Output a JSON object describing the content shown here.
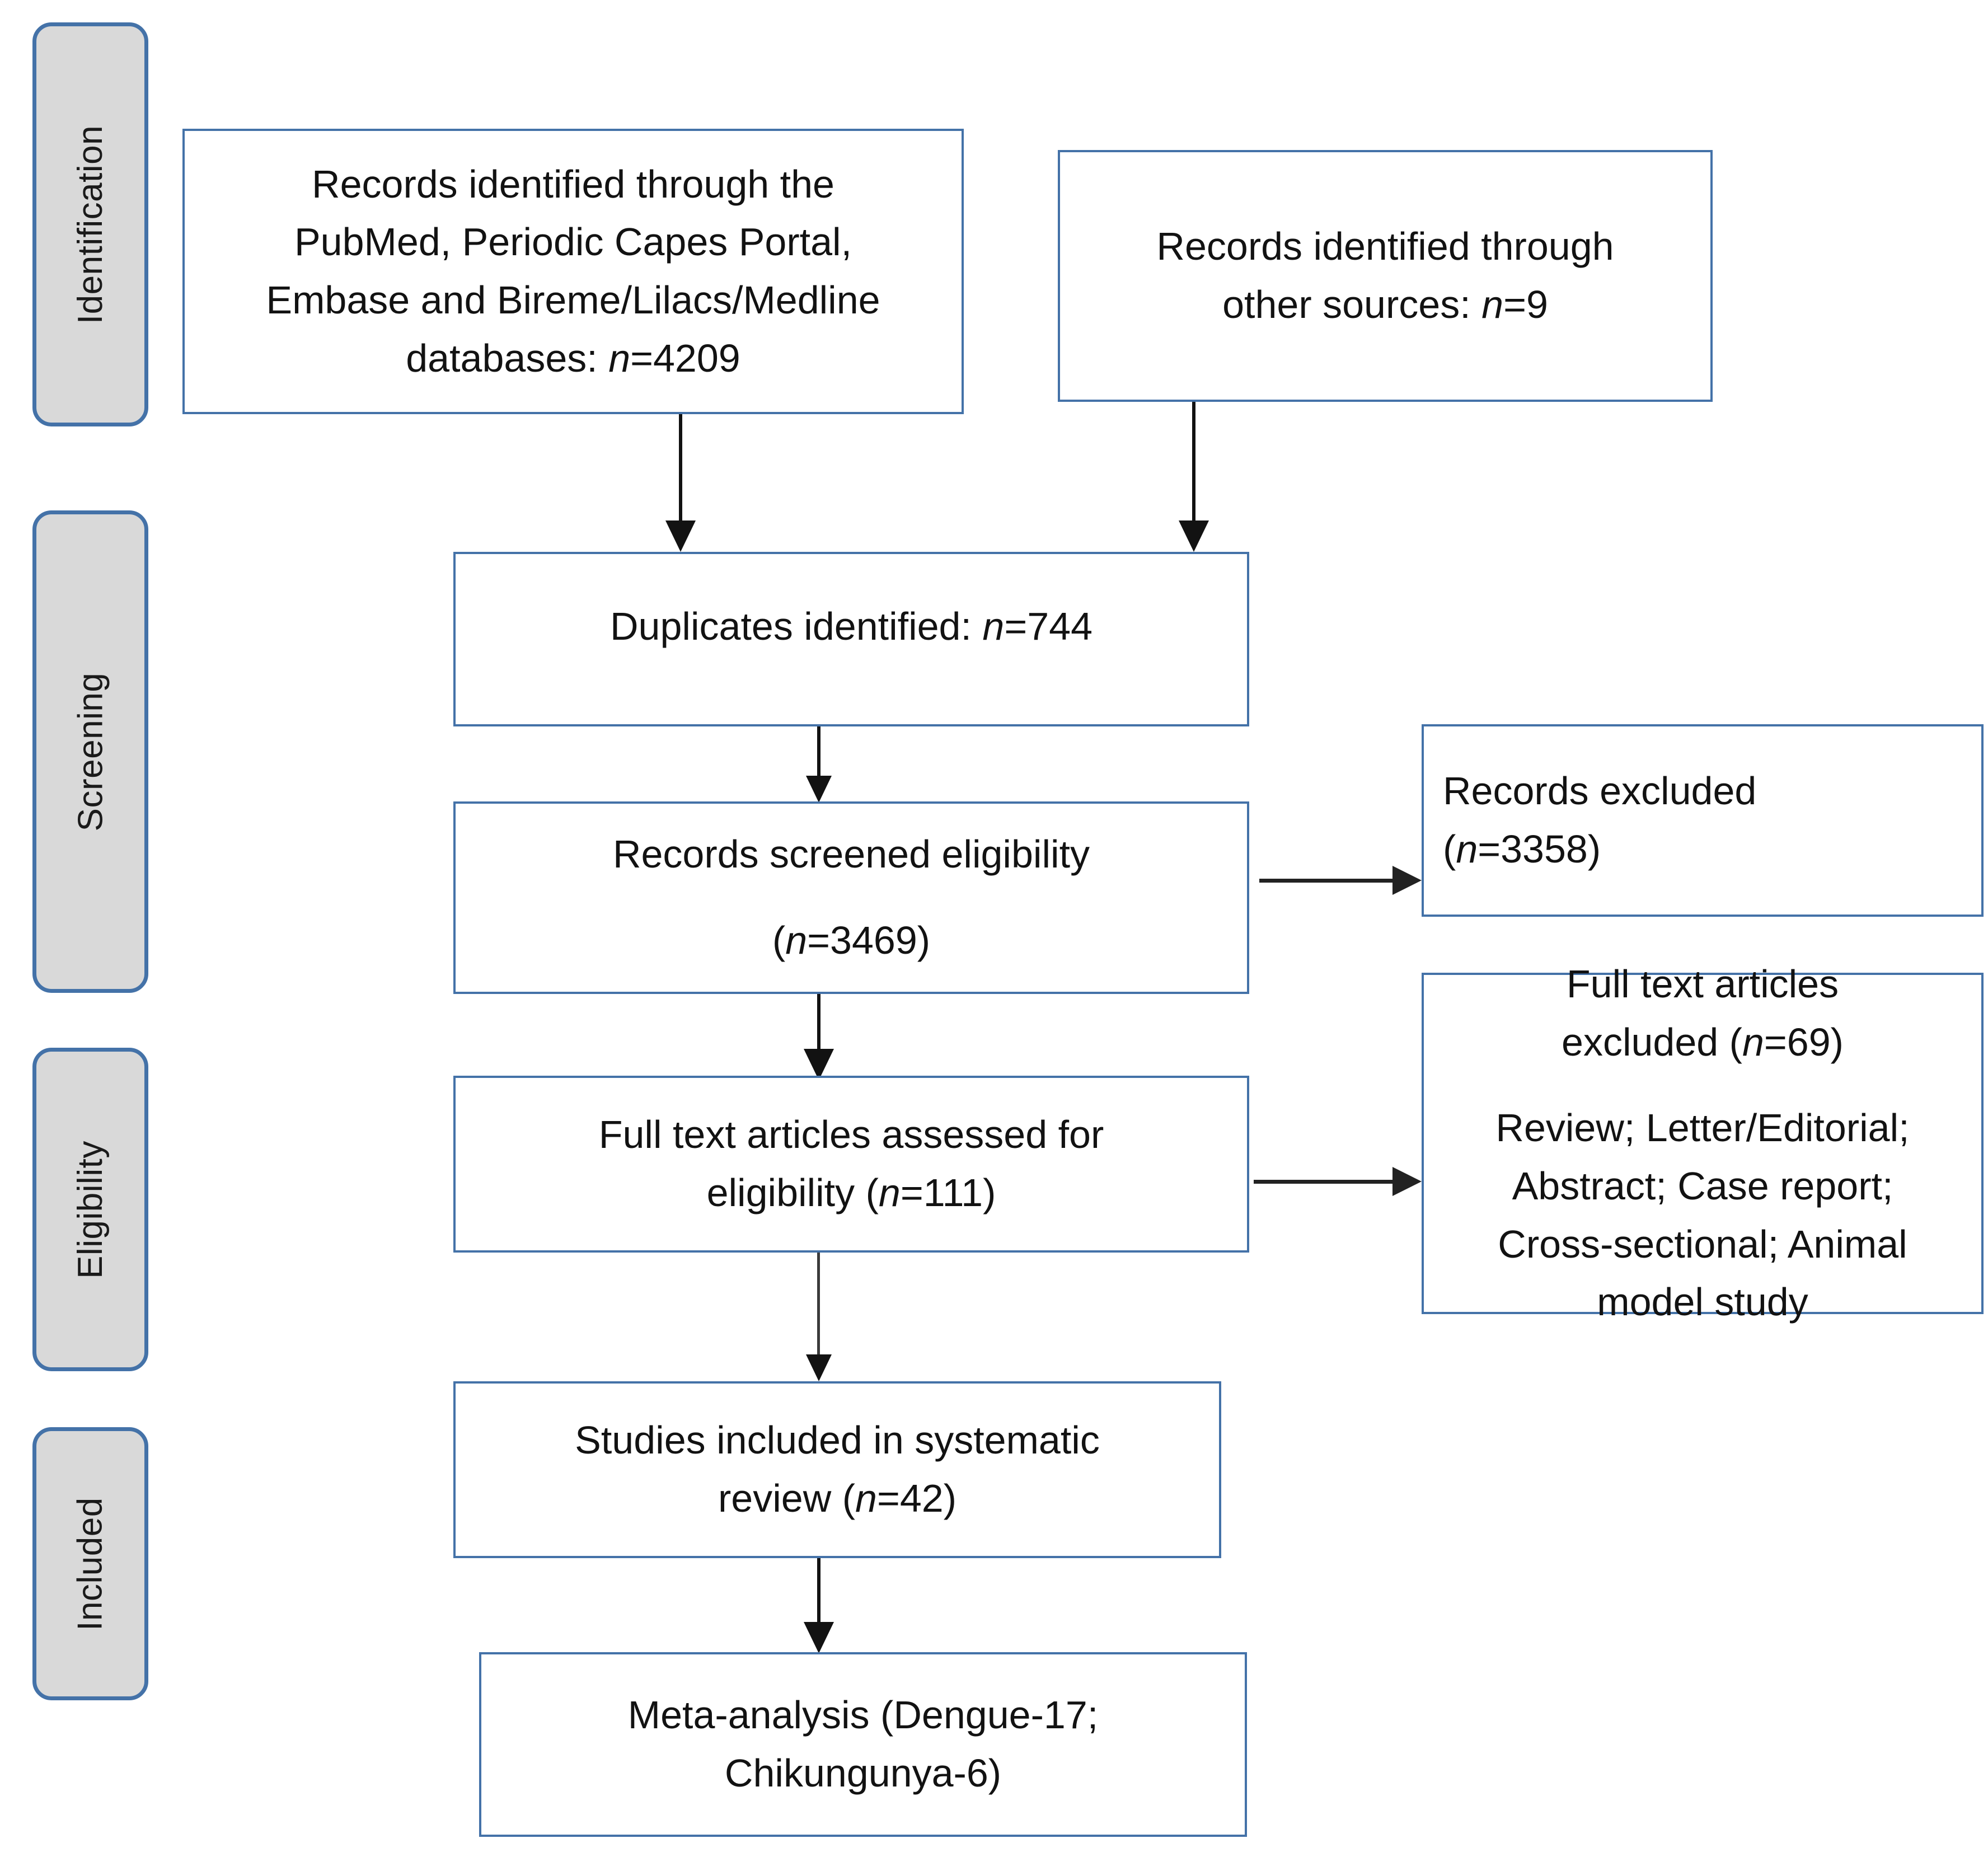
{
  "diagram": {
    "title": "PRISMA study selection flow diagram",
    "accent_border_color": "#4472a8",
    "stage_fill_color": "#d9d9d9",
    "connector_color": "#121212",
    "stages": [
      {
        "label": "Identification"
      },
      {
        "label": "Screening"
      },
      {
        "label": "Eligibility"
      },
      {
        "label": "Included"
      }
    ],
    "boxes": {
      "records_databases": {
        "line1": "Records identified through the",
        "line2": "PubMed, Periodic Capes Portal,",
        "line3": "Embase and Bireme/Lilacs/Medline",
        "line4_prefix": "databases: ",
        "line4_n": "n",
        "line4_value": "=4209"
      },
      "records_other_sources": {
        "line1": "Records identified through",
        "line2_prefix": "other sources: ",
        "line2_n": "n",
        "line2_value": "=9"
      },
      "duplicates": {
        "line1_prefix": "Duplicates identified: ",
        "line1_n": "n",
        "line1_value": "=744"
      },
      "records_screened": {
        "line1": "Records screened eligibility",
        "line2_prefix": "(",
        "line2_n": "n",
        "line2_value": "=3469)"
      },
      "records_excluded": {
        "line1": "Records excluded",
        "line2_prefix": "(",
        "line2_n": "n",
        "line2_value": "=3358)"
      },
      "fulltext_assessed": {
        "line1": "Full text articles assessed for",
        "line2_prefix": "eligibility (",
        "line2_n": "n",
        "line2_value": "=111)"
      },
      "fulltext_excluded": {
        "line1": "Full text articles",
        "line2_prefix": "excluded (",
        "line2_n": "n",
        "line2_value": "=69)",
        "reasons_line1": "Review; Letter/Editorial;",
        "reasons_line2": "Abstract; Case report;",
        "reasons_line3": "Cross-sectional; Animal",
        "reasons_line4": "model study"
      },
      "studies_included": {
        "line1": "Studies included in systematic",
        "line2_prefix": "review (",
        "line2_n": "n",
        "line2_value": "=42)"
      },
      "meta_analysis": {
        "line1": "Meta-analysis (Dengue-17;",
        "line2": "Chikungunya-6)"
      }
    }
  }
}
